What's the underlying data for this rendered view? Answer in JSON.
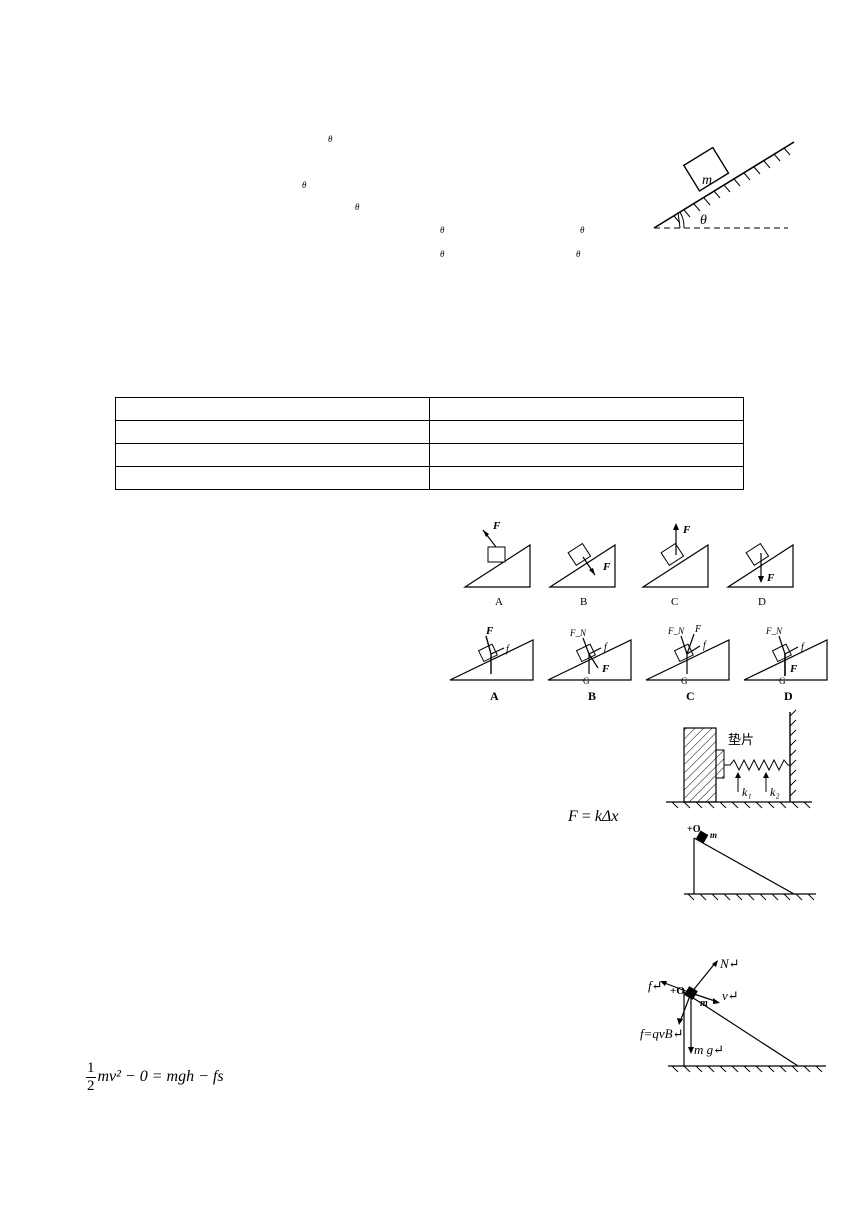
{
  "theta_marks": [
    "θ",
    "θ",
    "θ",
    "θ",
    "θ",
    "θ",
    "θ"
  ],
  "incline_figure": {
    "mass": "m",
    "angle": "θ"
  },
  "answer_table": {
    "rows": 4,
    "cols": 2
  },
  "force_options": {
    "top_labels": [
      "A",
      "B",
      "C",
      "D"
    ],
    "force_label": "F",
    "bottom_labels": [
      "A",
      "B",
      "C",
      "D"
    ],
    "normal_label": "F_N",
    "friction_label": "f",
    "gravity_label": "G"
  },
  "spring_figure": {
    "pad_label": "垫片",
    "k1": "k₁",
    "k2": "k₂"
  },
  "hooke_formula": {
    "lhs": "F",
    "eq": "=",
    "rhs": "kΔx"
  },
  "slope_figure": {
    "origin": "+O",
    "mass": "m"
  },
  "slope_force_figure": {
    "normal": "N↵",
    "friction": "f↵",
    "velocity": "v↵",
    "origin": "+O",
    "mass": "m",
    "lorentz": "f=qvB↵",
    "gravity": "m g↵"
  },
  "energy_formula": {
    "num": "1",
    "den": "2",
    "body": "mv² − 0 = mgh − fs"
  }
}
